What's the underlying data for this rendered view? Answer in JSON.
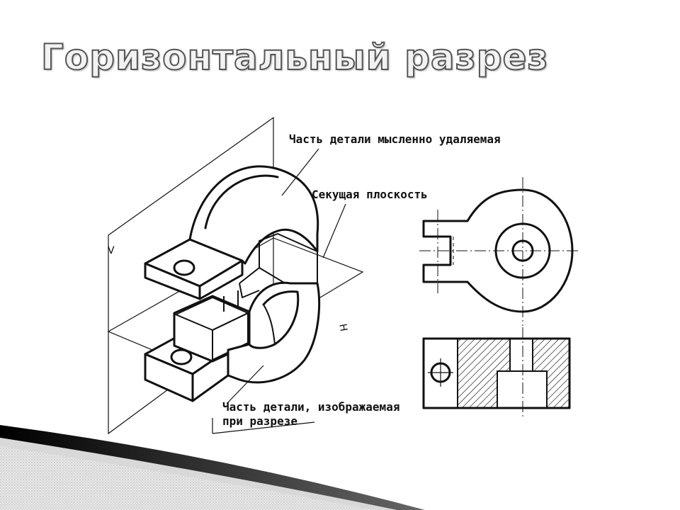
{
  "title": "Горизонтальный разрез",
  "labels": {
    "removed_part": "Часть детали мысленно удаляемая",
    "cutting_plane": "Секущая плоскость",
    "shown_part_line1": "Часть детали, изображаемая",
    "shown_part_line2": "при разрезе",
    "plane_v": "V",
    "plane_h": "H"
  },
  "colors": {
    "ink": "#111111",
    "title_fill": "#f2f2f2",
    "title_stroke": "#555555",
    "background": "#ffffff"
  }
}
